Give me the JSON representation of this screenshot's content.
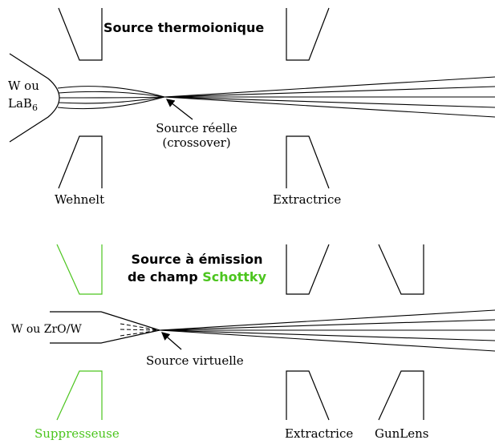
{
  "thermionic": {
    "title": "Source thermoionique",
    "emitter_line1": "W ou",
    "emitter_line2": "LaB",
    "emitter_line2_sub": "6",
    "crossover_line1": "Source réelle",
    "crossover_line2": "(crossover)",
    "label_wehnelt": "Wehnelt",
    "label_extractor": "Extractrice"
  },
  "schottky": {
    "title_line1": "Source à émission",
    "title_line2_prefix": "de champ ",
    "title_line2_highlight": "Schottky",
    "emitter": "W ou ZrO/W",
    "virtual_source": "Source virtuelle",
    "label_suppressor": "Suppresseuse",
    "label_extractor": "Extractrice",
    "label_gunlens": "GunLens"
  },
  "colors": {
    "line": "#000000",
    "highlight": "#4cc51e"
  }
}
